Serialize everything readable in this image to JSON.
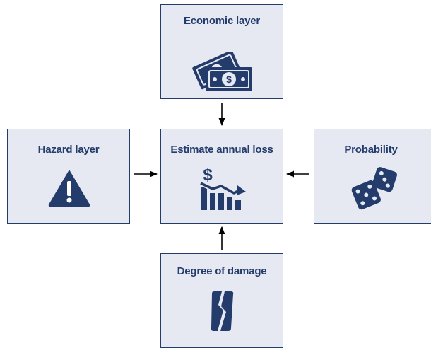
{
  "colors": {
    "node_fill": "#e6e9f2",
    "node_border": "#243c6c",
    "accent": "#243c6c",
    "arrow": "#000000"
  },
  "nodes": {
    "economic": {
      "label": "Economic layer",
      "icon": "money-bills-icon"
    },
    "hazard": {
      "label": "Hazard layer",
      "icon": "warning-icon"
    },
    "center": {
      "label": "Estimate annual loss",
      "icon": "dollar-decline-chart-icon"
    },
    "probability": {
      "label": "Probability",
      "icon": "dice-icon"
    },
    "damage": {
      "label": "Degree of damage",
      "icon": "broken-card-icon"
    }
  }
}
